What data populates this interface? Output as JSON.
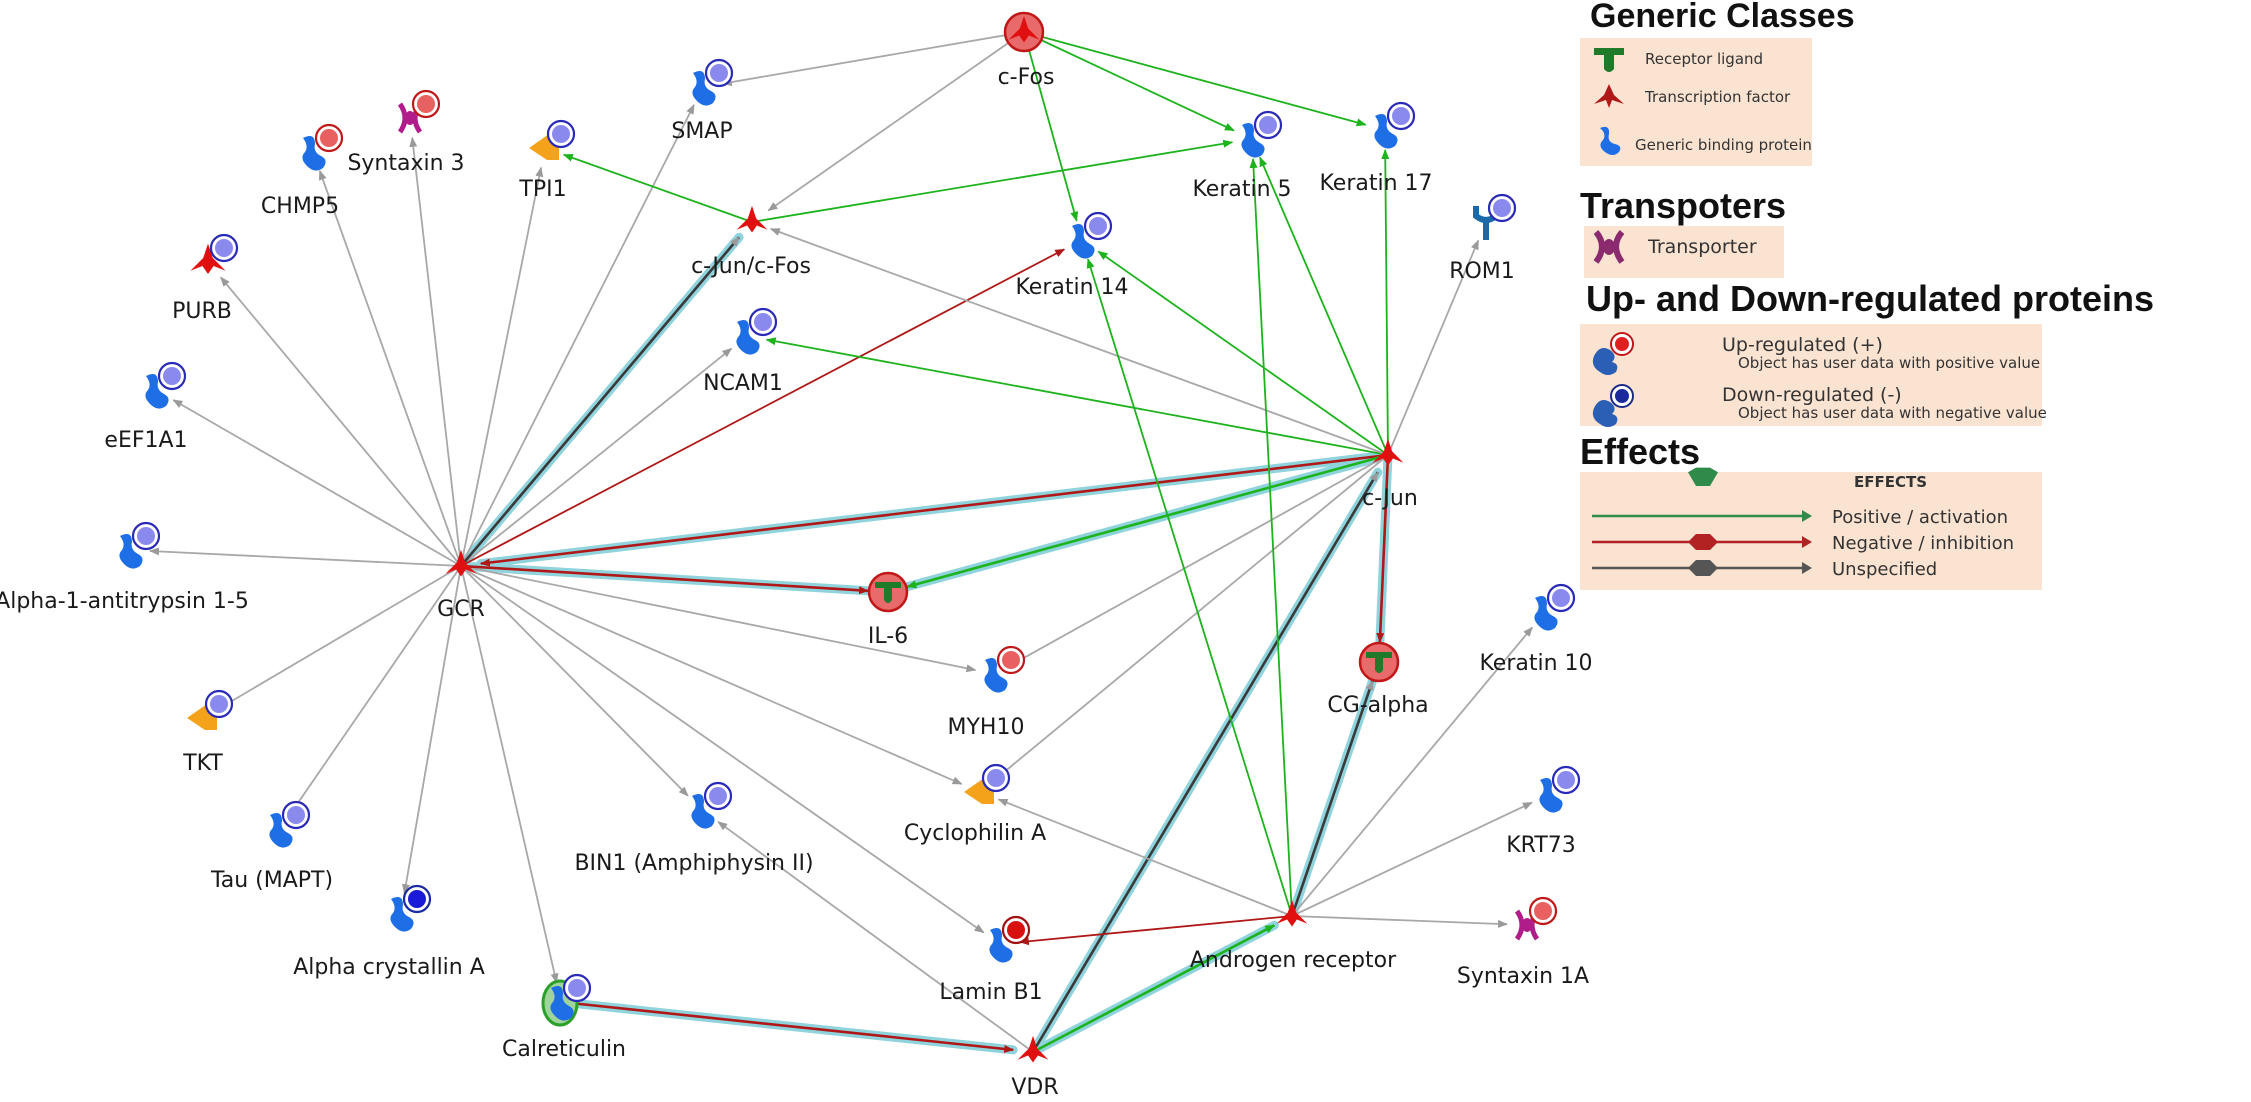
{
  "nodes": [
    {
      "id": "gcr",
      "label": "GCR",
      "type": "tf"
    },
    {
      "id": "cjun",
      "label": "c-Jun",
      "type": "tf"
    },
    {
      "id": "cfos",
      "label": "c-Fos",
      "type": "tf",
      "highlight": "red"
    },
    {
      "id": "cjuncfos",
      "label": "c-Jun/c-Fos",
      "type": "tf"
    },
    {
      "id": "vdr",
      "label": "VDR",
      "type": "tf"
    },
    {
      "id": "ar",
      "label": "Androgen receptor",
      "type": "tf"
    },
    {
      "id": "il6",
      "label": "IL-6",
      "type": "ligand",
      "highlight": "red"
    },
    {
      "id": "cga",
      "label": "CG-alpha",
      "type": "ligand",
      "highlight": "red"
    },
    {
      "id": "calret",
      "label": "Calreticulin",
      "type": "binding",
      "reg": "down",
      "highlight": "green"
    },
    {
      "id": "smap",
      "label": "SMAP",
      "type": "binding",
      "reg": "down"
    },
    {
      "id": "synt3",
      "label": "Syntaxin 3",
      "type": "transporter",
      "reg": "up"
    },
    {
      "id": "tpi1",
      "label": "TPI1",
      "type": "enzyme",
      "reg": "down"
    },
    {
      "id": "chmp5",
      "label": "CHMP5",
      "type": "binding",
      "reg": "up"
    },
    {
      "id": "purb",
      "label": "PURB",
      "type": "tf",
      "reg": "down"
    },
    {
      "id": "eef1a1",
      "label": "eEF1A1",
      "type": "binding",
      "reg": "down"
    },
    {
      "id": "a1at",
      "label": "Alpha-1-antitrypsin 1-5",
      "type": "binding",
      "reg": "down"
    },
    {
      "id": "tkt",
      "label": "TKT",
      "type": "enzyme",
      "reg": "down"
    },
    {
      "id": "tau",
      "label": "Tau (MAPT)",
      "type": "binding",
      "reg": "down"
    },
    {
      "id": "acry",
      "label": "Alpha crystallin A",
      "type": "binding",
      "reg": "down_dark"
    },
    {
      "id": "bin1",
      "label": "BIN1 (Amphiphysin II)",
      "type": "binding",
      "reg": "down"
    },
    {
      "id": "ncam1",
      "label": "NCAM1",
      "type": "binding",
      "reg": "down"
    },
    {
      "id": "myh10",
      "label": "MYH10",
      "type": "binding",
      "reg": "up"
    },
    {
      "id": "cycloA",
      "label": "Cyclophilin A",
      "type": "enzyme",
      "reg": "down"
    },
    {
      "id": "laminb1",
      "label": "Lamin B1",
      "type": "binding",
      "reg": "up_dark"
    },
    {
      "id": "krt14",
      "label": "Keratin 14",
      "type": "binding",
      "reg": "down"
    },
    {
      "id": "krt5",
      "label": "Keratin 5",
      "type": "binding",
      "reg": "down"
    },
    {
      "id": "krt17",
      "label": "Keratin 17",
      "type": "binding",
      "reg": "down"
    },
    {
      "id": "rom1",
      "label": "ROM1",
      "type": "receptor",
      "reg": "down"
    },
    {
      "id": "krt10",
      "label": "Keratin 10",
      "type": "binding",
      "reg": "down"
    },
    {
      "id": "krt73",
      "label": "KRT73",
      "type": "binding",
      "reg": "down"
    },
    {
      "id": "synt1a",
      "label": "Syntaxin 1A",
      "type": "transporter",
      "reg": "up"
    }
  ],
  "edges": [
    {
      "from": "gcr",
      "to": "purb",
      "effect": "unspecified"
    },
    {
      "from": "gcr",
      "to": "chmp5",
      "effect": "unspecified"
    },
    {
      "from": "gcr",
      "to": "synt3",
      "effect": "unspecified"
    },
    {
      "from": "gcr",
      "to": "tpi1",
      "effect": "unspecified"
    },
    {
      "from": "gcr",
      "to": "smap",
      "effect": "unspecified"
    },
    {
      "from": "gcr",
      "to": "eef1a1",
      "effect": "unspecified"
    },
    {
      "from": "gcr",
      "to": "a1at",
      "effect": "unspecified"
    },
    {
      "from": "gcr",
      "to": "tkt",
      "effect": "unspecified"
    },
    {
      "from": "gcr",
      "to": "tau",
      "effect": "unspecified"
    },
    {
      "from": "gcr",
      "to": "acry",
      "effect": "unspecified"
    },
    {
      "from": "gcr",
      "to": "calret",
      "effect": "unspecified"
    },
    {
      "from": "gcr",
      "to": "bin1",
      "effect": "unspecified"
    },
    {
      "from": "gcr",
      "to": "ncam1",
      "effect": "unspecified"
    },
    {
      "from": "gcr",
      "to": "myh10",
      "effect": "unspecified"
    },
    {
      "from": "gcr",
      "to": "cycloA",
      "effect": "unspecified"
    },
    {
      "from": "gcr",
      "to": "laminb1",
      "effect": "unspecified"
    },
    {
      "from": "gcr",
      "to": "krt14",
      "effect": "negative"
    },
    {
      "from": "gcr",
      "to": "cjuncfos",
      "effect": "unspecified",
      "highlight": true
    },
    {
      "from": "gcr",
      "to": "il6",
      "effect": "negative",
      "highlight": true
    },
    {
      "from": "cjun",
      "to": "gcr",
      "effect": "negative",
      "highlight": true
    },
    {
      "from": "cjun",
      "to": "il6",
      "effect": "positive",
      "highlight": true
    },
    {
      "from": "cjun",
      "to": "ncam1",
      "effect": "positive"
    },
    {
      "from": "cjun",
      "to": "krt14",
      "effect": "positive"
    },
    {
      "from": "cjun",
      "to": "krt5",
      "effect": "positive"
    },
    {
      "from": "cjun",
      "to": "krt17",
      "effect": "positive"
    },
    {
      "from": "cjun",
      "to": "cjuncfos",
      "effect": "unspecified"
    },
    {
      "from": "cjun",
      "to": "rom1",
      "effect": "unspecified"
    },
    {
      "from": "cjun",
      "to": "myh10",
      "effect": "unspecified"
    },
    {
      "from": "cjun",
      "to": "cycloA",
      "effect": "unspecified"
    },
    {
      "from": "cjun",
      "to": "cga",
      "effect": "negative",
      "highlight": true
    },
    {
      "from": "cfos",
      "to": "smap",
      "effect": "unspecified"
    },
    {
      "from": "cfos",
      "to": "cjuncfos",
      "effect": "unspecified"
    },
    {
      "from": "cfos",
      "to": "krt5",
      "effect": "positive"
    },
    {
      "from": "cfos",
      "to": "krt17",
      "effect": "positive"
    },
    {
      "from": "cfos",
      "to": "krt14",
      "effect": "positive"
    },
    {
      "from": "cjuncfos",
      "to": "tpi1",
      "effect": "positive"
    },
    {
      "from": "cjuncfos",
      "to": "krt5",
      "effect": "positive"
    },
    {
      "from": "vdr",
      "to": "bin1",
      "effect": "unspecified"
    },
    {
      "from": "vdr",
      "to": "cjun",
      "effect": "unspecified",
      "highlight": true
    },
    {
      "from": "vdr",
      "to": "ar",
      "effect": "positive",
      "highlight": true
    },
    {
      "from": "calret",
      "to": "vdr",
      "effect": "negative",
      "highlight": true
    },
    {
      "from": "ar",
      "to": "laminb1",
      "effect": "negative"
    },
    {
      "from": "ar",
      "to": "cycloA",
      "effect": "unspecified"
    },
    {
      "from": "ar",
      "to": "krt10",
      "effect": "unspecified"
    },
    {
      "from": "ar",
      "to": "krt73",
      "effect": "unspecified"
    },
    {
      "from": "ar",
      "to": "synt1a",
      "effect": "unspecified"
    },
    {
      "from": "ar",
      "to": "krt14",
      "effect": "positive"
    },
    {
      "from": "ar",
      "to": "krt5",
      "effect": "positive"
    },
    {
      "from": "ar",
      "to": "cga",
      "effect": "unspecified",
      "highlight": true
    }
  ],
  "legend": {
    "generic_title": "Generic Classes",
    "generic_items": [
      {
        "icon": "receptor-ligand-icon",
        "label": "Receptor ligand"
      },
      {
        "icon": "transcription-factor-icon",
        "label": "Transcription factor"
      },
      {
        "icon": "generic-binding-protein-icon",
        "label": "Generic binding protein"
      }
    ],
    "transporters_title": "Transpoters",
    "transporter_label": "Transporter",
    "reg_title": "Up- and Down-regulated proteins",
    "reg_items": [
      {
        "label": "Up-regulated (+)",
        "desc": "Object has user data with positive value"
      },
      {
        "label": "Down-regulated (-)",
        "desc": "Object has user data with negative value"
      }
    ],
    "effects_title": "Effects",
    "effects_header": "EFFECTS",
    "effect_items": [
      {
        "label": "Positive / activation",
        "color": "#2e8b4a"
      },
      {
        "label": "Negative / inhibition",
        "color": "#b22222"
      },
      {
        "label": "Unspecified",
        "color": "#555555"
      }
    ]
  },
  "colors": {
    "positive": "#1db31d",
    "negative": "#b01818",
    "unspecified": "#a8a8a8",
    "highlight": "#8fd3dc",
    "tf": "#e01010",
    "binding": "#1e6fe6",
    "enzyme": "#f5a21b",
    "transporter": "#b01c8a",
    "ligand": "#1f7a2a",
    "up": "#e02020",
    "down": "#3a3ae0",
    "legend_bg": "#fbe3d2"
  }
}
